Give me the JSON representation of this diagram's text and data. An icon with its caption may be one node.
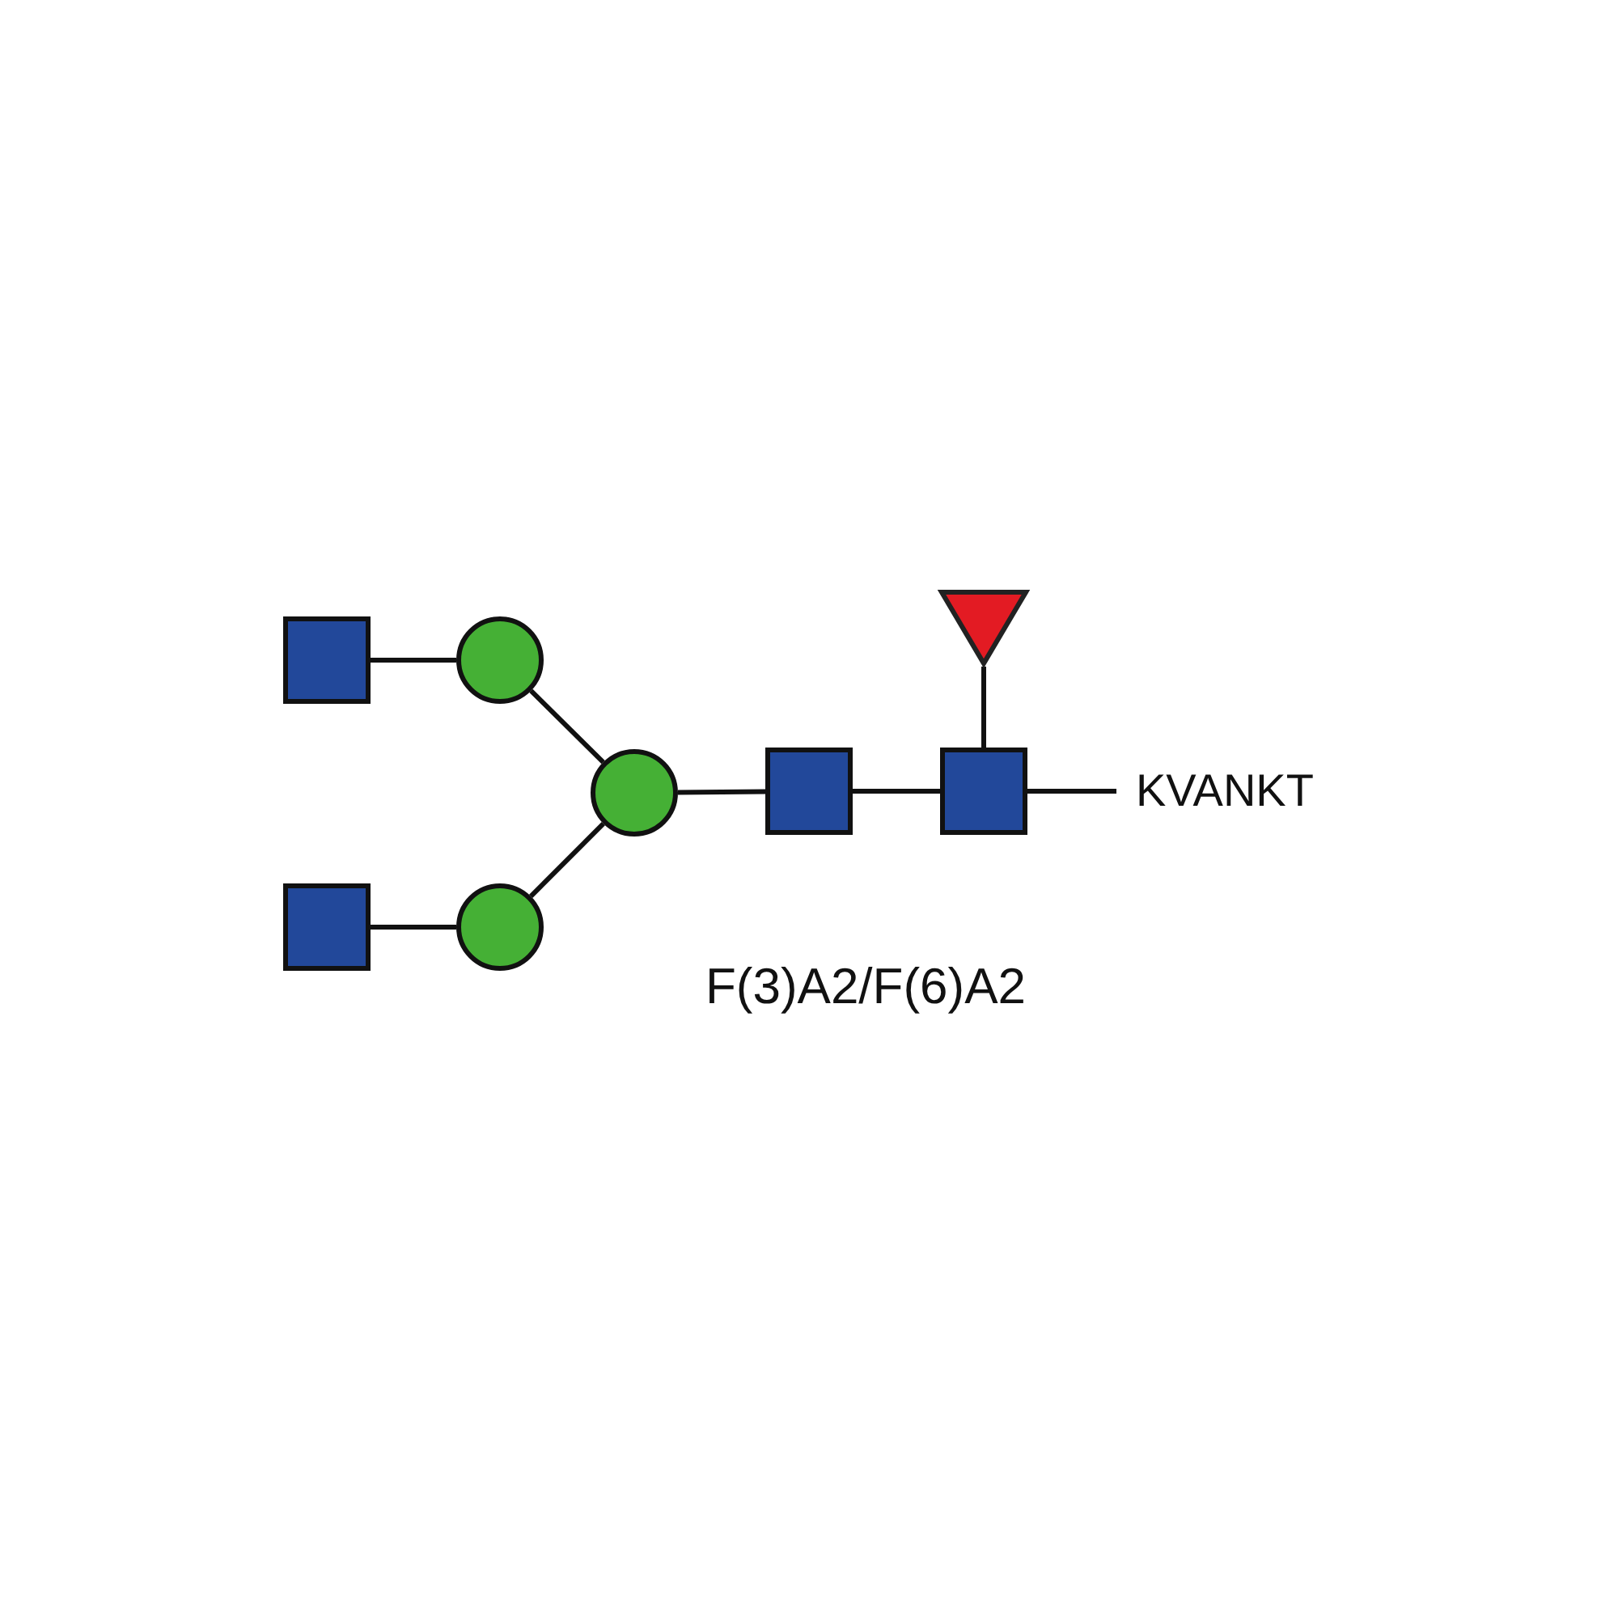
{
  "diagram": {
    "caption": "F(3)A2/F(6)A2",
    "nodes": [
      {
        "text": [],
        "shape": "box"
      },
      {
        "text": [],
        "shape": "circle"
      },
      {
        "text": [],
        "shape": "triangle"
      },
      {
        "text": [],
        "shape": "circle"
      },
      {
        "text": [],
        "shape": "box"
      },
      {
        "text": [],
        "shape": "box"
      },
      {
        "text": [
          "KVANKT"
        ]
      },
      {
        "text": [],
        "shape": "box"
      },
      {
        "text": [],
        "shape": "circle"
      }
    ],
    "edges": [
      {
        "from": 0,
        "to": 1,
        "arrow": "none"
      },
      {
        "from": 1,
        "to": 3,
        "arrow": "none"
      },
      {
        "from": 8,
        "to": 3,
        "arrow": "none"
      },
      {
        "from": 7,
        "to": 8,
        "arrow": "none"
      },
      {
        "from": 3,
        "to": 4,
        "arrow": "none"
      },
      {
        "from": 4,
        "to": 5,
        "arrow": "none"
      },
      {
        "from": 2,
        "to": 5,
        "arrow": "none"
      },
      {
        "from": 5,
        "to": 6,
        "arrow": "none"
      }
    ]
  }
}
